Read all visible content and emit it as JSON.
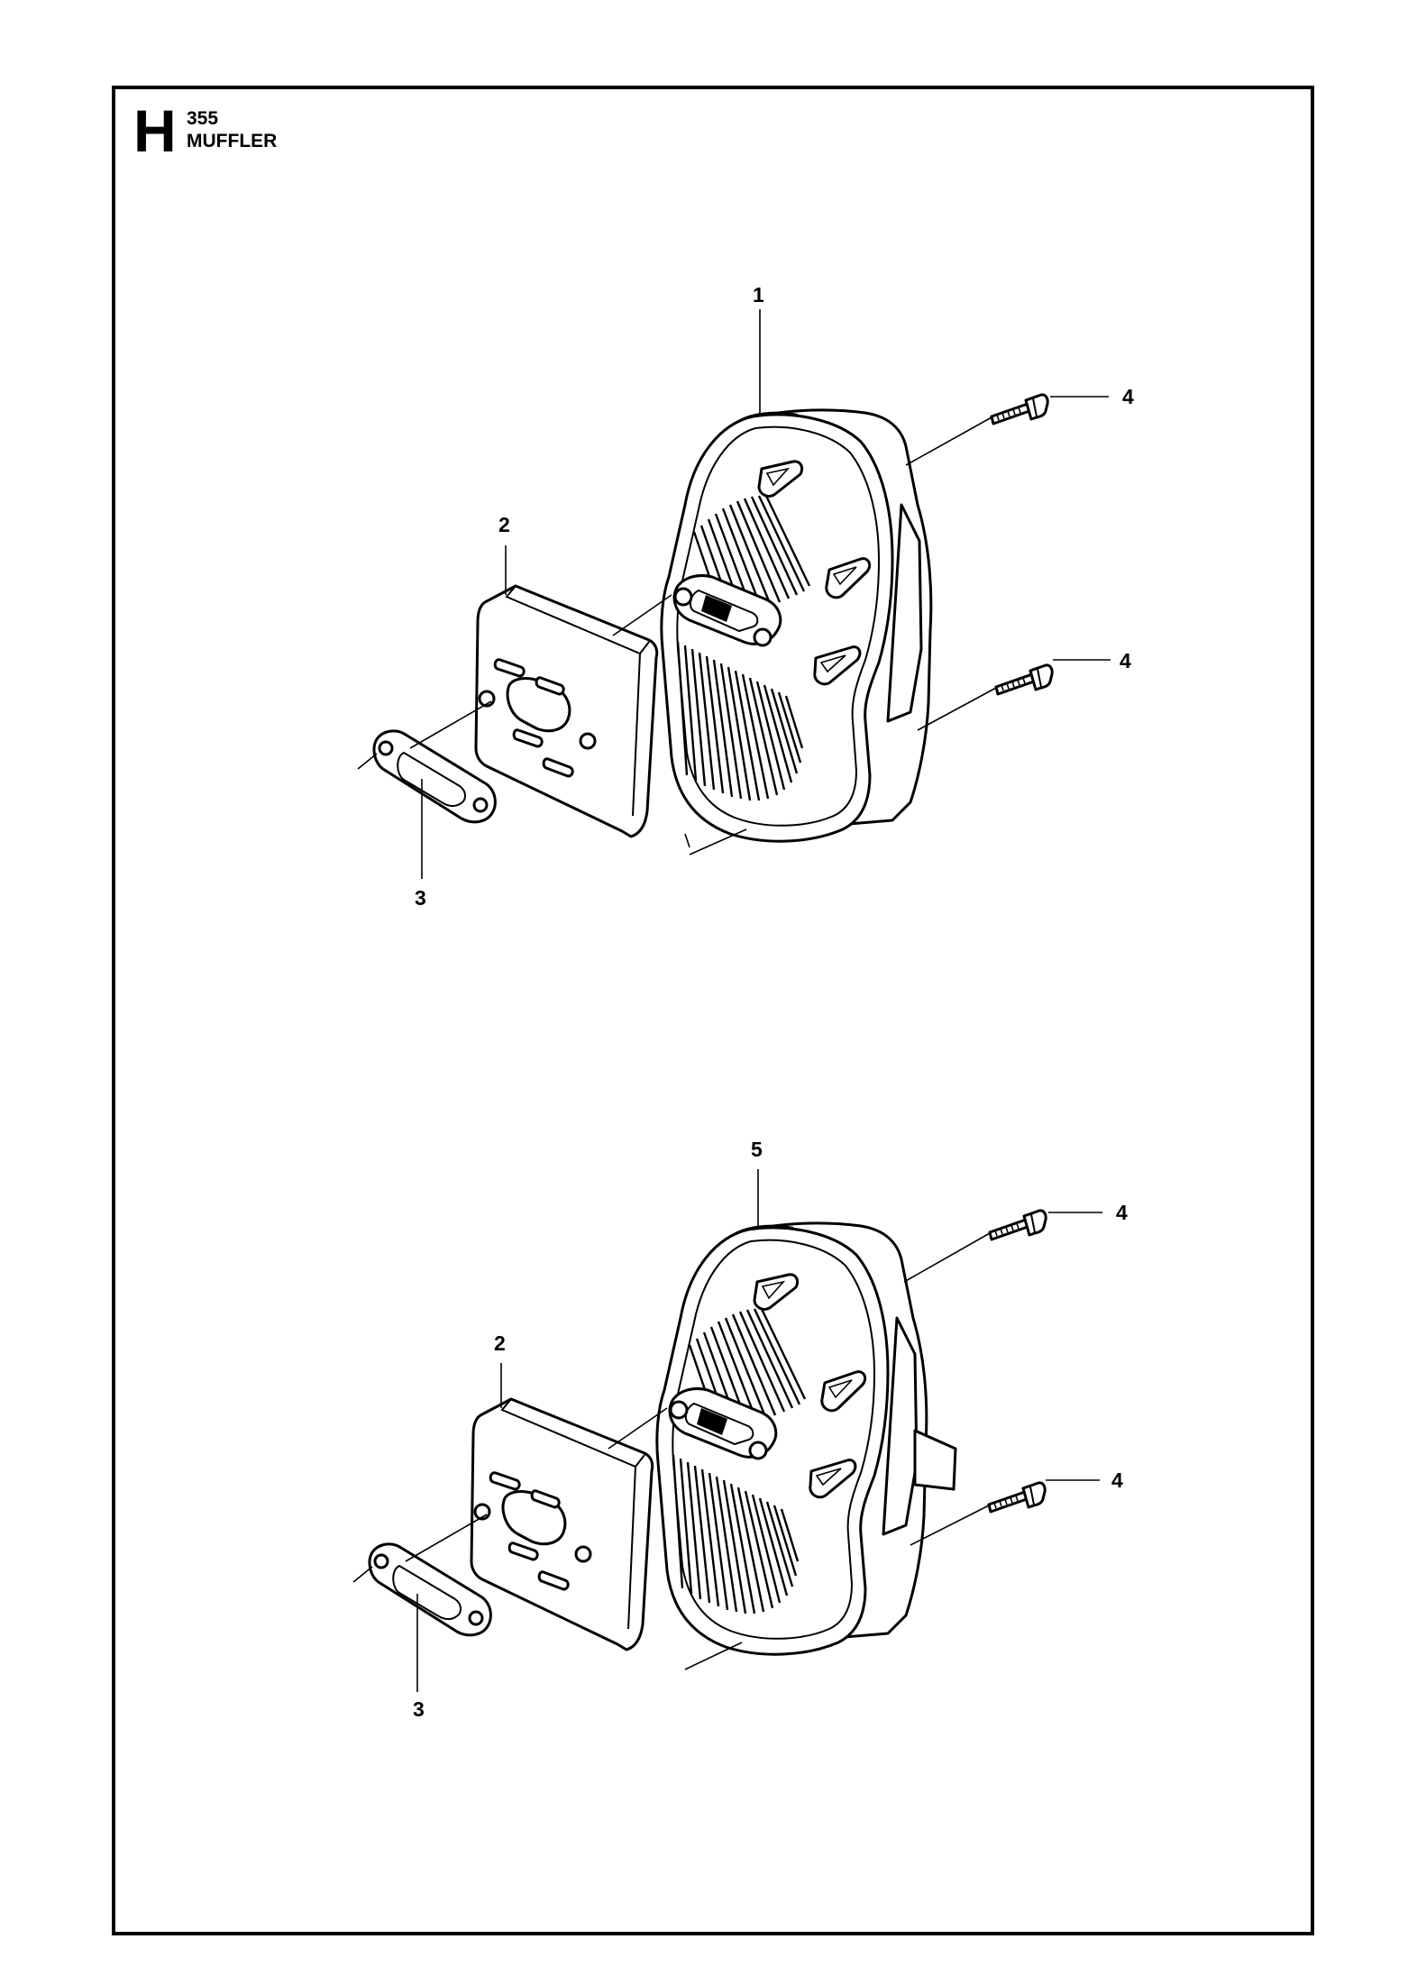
{
  "header": {
    "section_letter": "H",
    "model": "355",
    "title": "MUFFLER"
  },
  "callouts": {
    "top": [
      "1",
      "2",
      "3",
      "4",
      "4"
    ],
    "bottom": [
      "5",
      "2",
      "3",
      "4",
      "4"
    ]
  }
}
